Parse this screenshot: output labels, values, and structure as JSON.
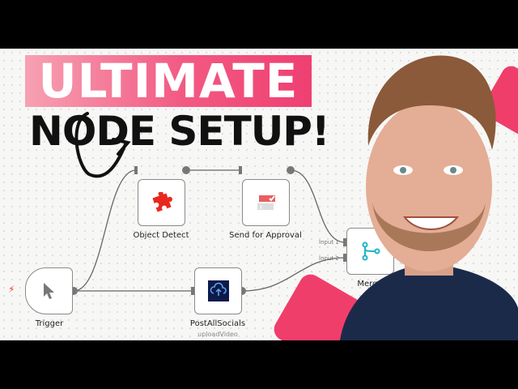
{
  "headline": {
    "line1": "ULTIMATE",
    "line2": "NODE SETUP!"
  },
  "colors": {
    "accent": "#ef3f72",
    "canvas": "#f7f7f6",
    "merge_icon": "#1fb5c9",
    "shirt": "#1c2a4a"
  },
  "workflow": {
    "nodes": [
      {
        "name": "Trigger",
        "icon": "cursor-icon"
      },
      {
        "name": "Object Detect",
        "icon": "puzzle-icon"
      },
      {
        "name": "Send for Approval",
        "icon": "approval-checkbox-icon"
      },
      {
        "name": "PostAllSocials",
        "subtitle": "uploadVideo",
        "icon": "cloud-upload-icon"
      },
      {
        "name": "Merge",
        "icon": "merge-icon"
      }
    ],
    "merge_inputs": [
      "Input 1",
      "Input 2"
    ]
  }
}
